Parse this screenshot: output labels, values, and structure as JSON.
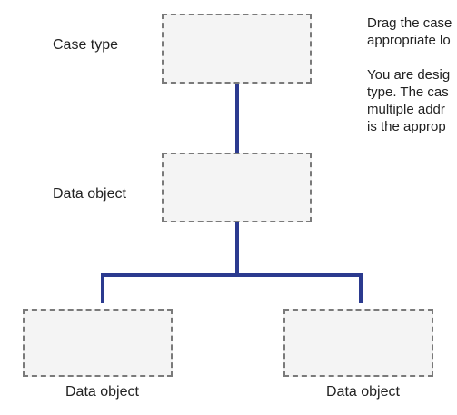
{
  "diagram": {
    "case_type_label": "Case type",
    "data_object_label_middle": "Data object",
    "data_object_label_left": "Data object",
    "data_object_label_right": "Data object"
  },
  "instructions": {
    "paragraph1_lines": [
      "Drag the case",
      "appropriate lo"
    ],
    "paragraph2_lines": [
      "You are desig",
      "type. The cas",
      "multiple addr",
      "is the approp"
    ]
  },
  "colors": {
    "connector": "#2b3a8f",
    "drop_zone_fill": "#f4f4f4",
    "drop_zone_border": "#7a7a7a"
  }
}
